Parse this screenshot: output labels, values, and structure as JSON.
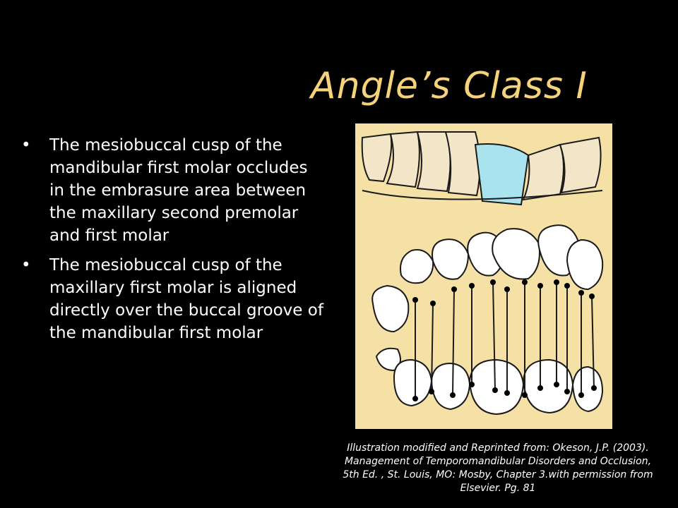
{
  "slide": {
    "title": "Angle’s Class I",
    "bullets": [
      "The mesiobuccal cusp of the mandibular first molar occludes in the embrasure area between the maxillary second premolar and first molar",
      "The mesiobuccal cusp of the maxillary first molar is aligned directly over the buccal groove of the mandibular first molar"
    ],
    "bullet_symbol": "•",
    "caption": "Illustration modified and Reprinted from: Okeson, J.P. (2003). Management of Temporomandibular Disorders and Occlusion, 5th Ed. , St. Louis, MO: Mosby, Chapter 3.with permission from Elsevier. Pg. 81"
  },
  "colors": {
    "background": "#000000",
    "title": "#f6d37a",
    "text": "#ffffff",
    "figure_background": "#f5e1a5",
    "highlight_tooth": "#a9e3ee"
  }
}
